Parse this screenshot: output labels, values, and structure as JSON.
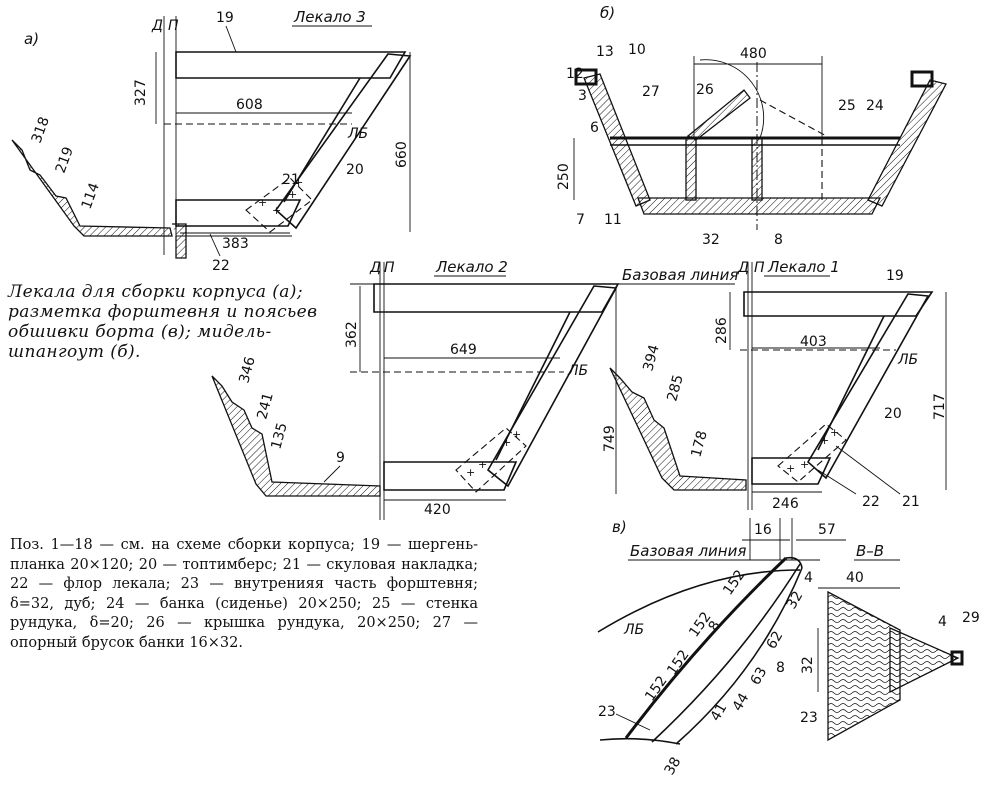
{
  "caption": "Лекала для сборки корпуса (а); разметка форштевня и поясьев обшивки борта (в); мидель-шпангоут (б).",
  "legend": "Поз. 1—18 — см. на схеме сборки корпуса; 19 — шергень-планка 20×120; 20 — топтимберс; 21 — скуловая накладка; 22 — флор лекала; 23 — внутренияя часть форштевня; δ=32, дуб; 24 — банка (сиденье) 20×250; 25 — стенка рундука, δ=20; 26 — крышка рундука, 20×250; 27 — опорный брусок банки 16×32.",
  "panel_a": {
    "letter": "а)",
    "title": "Лекало 3",
    "dp": "Д",
    "p": "П",
    "dims": {
      "d327": "327",
      "d608": "608",
      "d660": "660",
      "d383": "383",
      "d318": "318",
      "d219": "219",
      "d114": "114"
    },
    "labels": {
      "l19": "19",
      "l21": "21",
      "l20": "20",
      "l22": "22",
      "lb": "ЛБ"
    }
  },
  "panel_b": {
    "letter": "б)",
    "dims": {
      "d480": "480",
      "d250": "250"
    },
    "labels": {
      "l12": "12",
      "l13": "13",
      "l10": "10",
      "l3": "3",
      "l27": "27",
      "l26": "26",
      "l25": "25",
      "l24": "24",
      "l6": "6",
      "l7": "7",
      "l11": "11",
      "l32": "32",
      "l8": "8"
    }
  },
  "panel_l2": {
    "title": "Лекало 2",
    "base": "Базовая линия",
    "dp": "Д",
    "p": "П",
    "dims": {
      "d362": "362",
      "d649": "649",
      "d749": "749",
      "d420": "420",
      "d346": "346",
      "d241": "241",
      "d135": "135"
    },
    "labels": {
      "lb": "ЛБ",
      "l9": "9"
    }
  },
  "panel_l1": {
    "title": "Лекало 1",
    "dp": "Д",
    "p": "П",
    "dims": {
      "d286": "286",
      "d403": "403",
      "d717": "717",
      "d246": "246",
      "d394": "394",
      "d285": "285",
      "d178": "178"
    },
    "labels": {
      "l19": "19",
      "l20": "20",
      "l21": "21",
      "l22": "22",
      "lb": "ЛБ"
    }
  },
  "panel_v": {
    "letter": "в)",
    "base": "Базовая линия",
    "section": "В–В",
    "dims": {
      "d16": "16",
      "d57": "57",
      "d40": "40",
      "d32": "32",
      "d152a": "152",
      "d152b": "152",
      "d152c": "152",
      "d152d": "152",
      "d62": "62",
      "d63": "63",
      "d44": "44",
      "d41": "41",
      "d38": "38",
      "d32b": "32",
      "d8a": "8",
      "d8b": "8"
    },
    "labels": {
      "lb": "ЛБ",
      "l4a": "4",
      "l4b": "4",
      "l23a": "23",
      "l23b": "23",
      "l29": "29"
    }
  }
}
